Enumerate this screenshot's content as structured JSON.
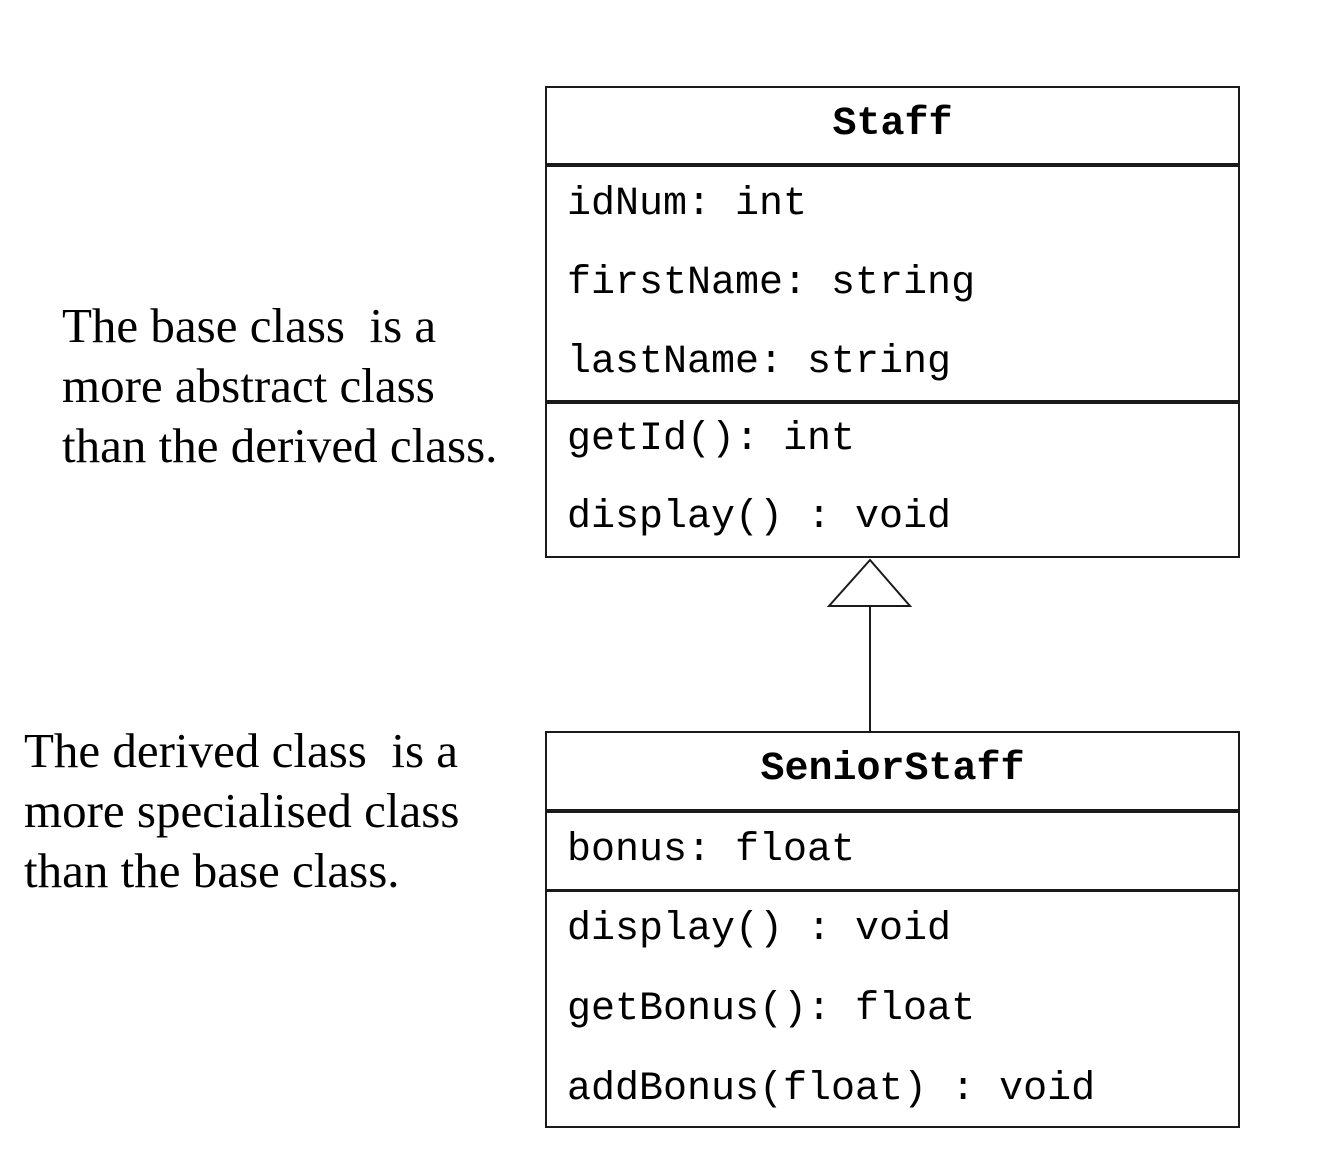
{
  "notes": {
    "base": [
      "The base class  is a",
      "more abstract class",
      "than the derived class."
    ],
    "derived": [
      "The derived class  is a",
      "more specialised class",
      "than the base class."
    ]
  },
  "classes": {
    "staff": {
      "name": "Staff",
      "attributes": [
        "idNum: int",
        "firstName: string",
        "lastName: string"
      ],
      "methods": [
        "getId(): int",
        "display() : void"
      ]
    },
    "senior": {
      "name": "SeniorStaff",
      "attributes": [
        "bonus: float"
      ],
      "methods": [
        "display() : void",
        "getBonus(): float",
        "addBonus(float) : void"
      ]
    }
  },
  "relationships": [
    {
      "type": "generalization",
      "from": "SeniorStaff",
      "to": "Staff"
    }
  ]
}
